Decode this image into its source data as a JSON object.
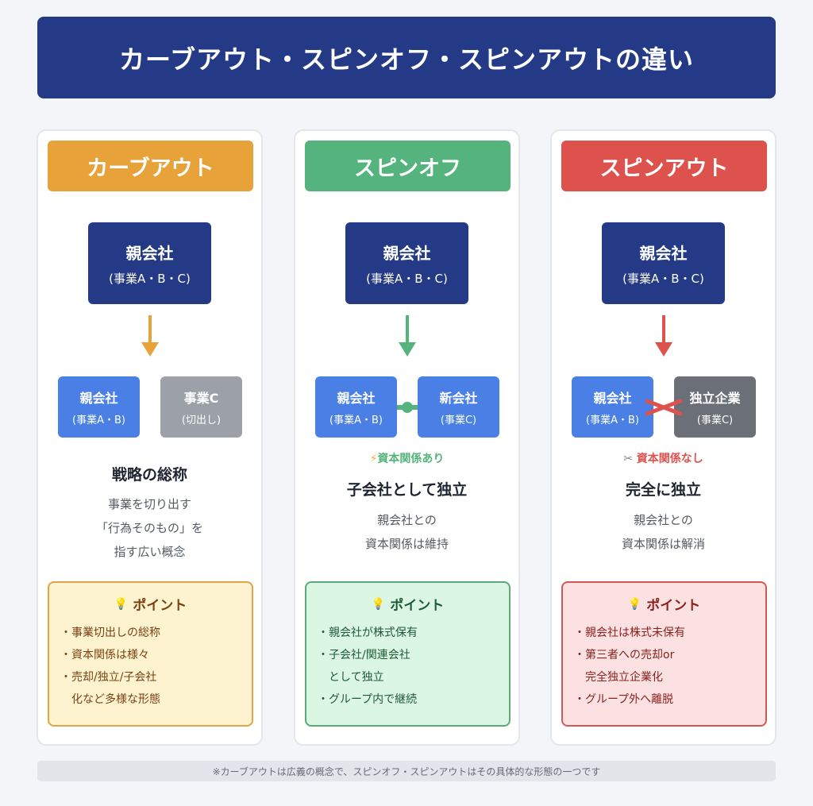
{
  "title": "カーブアウト・スピンオフ・スピンアウトの違い",
  "colors": {
    "title_bg": "#243a86",
    "carveout": "#e8a23a",
    "spinoff": "#55b47e",
    "spinout": "#de524d",
    "parent_blue": "#4a7fe6",
    "gray_box": "#9ca0a8",
    "dark_gray_box": "#6b6f78"
  },
  "cards": [
    {
      "header": "カーブアウト",
      "parent": {
        "title": "親会社",
        "sub": "(事業A・B・C)"
      },
      "left_box": {
        "title": "親会社",
        "sub": "(事業A・B)"
      },
      "right_box": {
        "title": "事業C",
        "sub": "(切出し)"
      },
      "relation": "",
      "relation_icon": "",
      "heading": "戦略の総称",
      "desc": [
        "事業を切り出す",
        "「行為そのもの」を",
        "指す広い概念"
      ],
      "point_title": "ポイント",
      "points": [
        "・事業切出しの総称",
        "・資本関係は様々",
        "・売却/独立/子会社",
        "　化など多様な形態"
      ]
    },
    {
      "header": "スピンオフ",
      "parent": {
        "title": "親会社",
        "sub": "(事業A・B・C)"
      },
      "left_box": {
        "title": "親会社",
        "sub": "(事業A・B)"
      },
      "right_box": {
        "title": "新会社",
        "sub": "(事業C)"
      },
      "relation": "資本関係あり",
      "relation_icon": "⚡",
      "heading": "子会社として独立",
      "desc": [
        "親会社との",
        "資本関係は維持"
      ],
      "point_title": "ポイント",
      "points": [
        "・親会社が株式保有",
        "・子会社/関連会社",
        "　として独立",
        "・グループ内で継続"
      ]
    },
    {
      "header": "スピンアウト",
      "parent": {
        "title": "親会社",
        "sub": "(事業A・B・C)"
      },
      "left_box": {
        "title": "親会社",
        "sub": "(事業A・B)"
      },
      "right_box": {
        "title": "独立企業",
        "sub": "(事業C)"
      },
      "relation": "資本関係なし",
      "relation_icon": "✂",
      "heading": "完全に独立",
      "desc": [
        "親会社との",
        "資本関係は解消"
      ],
      "point_title": "ポイント",
      "points": [
        "・親会社は株式未保有",
        "・第三者への売却or",
        "　完全独立企業化",
        "・グループ外へ離脱"
      ]
    }
  ],
  "footnote": "※カーブアウトは広義の概念で、スピンオフ・スピンアウトはその具体的な形態の一つです"
}
